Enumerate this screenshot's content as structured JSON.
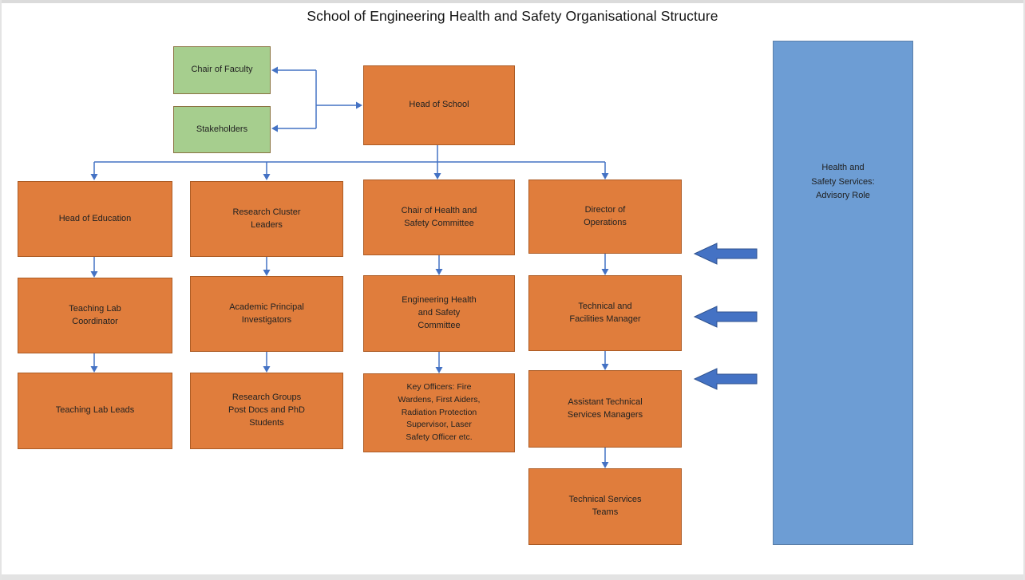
{
  "title": "School of Engineering Health and Safety Organisational Structure",
  "nodes": {
    "chair_of_faculty": {
      "label": "Chair of Faculty"
    },
    "stakeholders": {
      "label": "Stakeholders"
    },
    "head_of_school": {
      "label": "Head of School"
    },
    "head_of_education": {
      "label": "Head of Education"
    },
    "teaching_lab_coordinator": {
      "label": "Teaching Lab\nCoordinator"
    },
    "teaching_lab_leads": {
      "label": "Teaching Lab Leads"
    },
    "research_cluster_leaders": {
      "label": "Research Cluster\nLeaders"
    },
    "academic_principal_investigators": {
      "label": "Academic Principal\nInvestigators"
    },
    "research_groups_postdocs_phd": {
      "label": "Research Groups\nPost Docs and PhD\nStudents"
    },
    "chair_health_safety_committee": {
      "label": "Chair of Health and\nSafety Committee"
    },
    "engineering_health_safety_committee": {
      "label": "Engineering Health\nand Safety\nCommittee"
    },
    "key_officers": {
      "label": "Key Officers: Fire\nWardens, First Aiders,\nRadiation Protection\nSupervisor, Laser\nSafety Officer etc."
    },
    "director_of_operations": {
      "label": "Director of\nOperations"
    },
    "technical_facilities_manager": {
      "label": "Technical and\nFacilities Manager"
    },
    "assistant_technical_services_managers": {
      "label": "Assistant Technical\nServices Managers"
    },
    "technical_services_teams": {
      "label": "Technical Services\nTeams"
    }
  },
  "advisory_panel": {
    "label": "Health and\nSafety Services:\nAdvisory Role"
  },
  "icons": {
    "advisory_arrow": "left-block-arrow",
    "advisory_arrow_count": 3
  },
  "colors": {
    "orange-fill": "#E07D3C",
    "orange-border": "#AC5B24",
    "green-fill": "#A6CE8E",
    "green-border": "#8B7342",
    "blue-fill": "#6D9DD4",
    "blue-border": "#5B80AB",
    "connector": "#4472C4",
    "arrow-border": "#2F528F"
  }
}
